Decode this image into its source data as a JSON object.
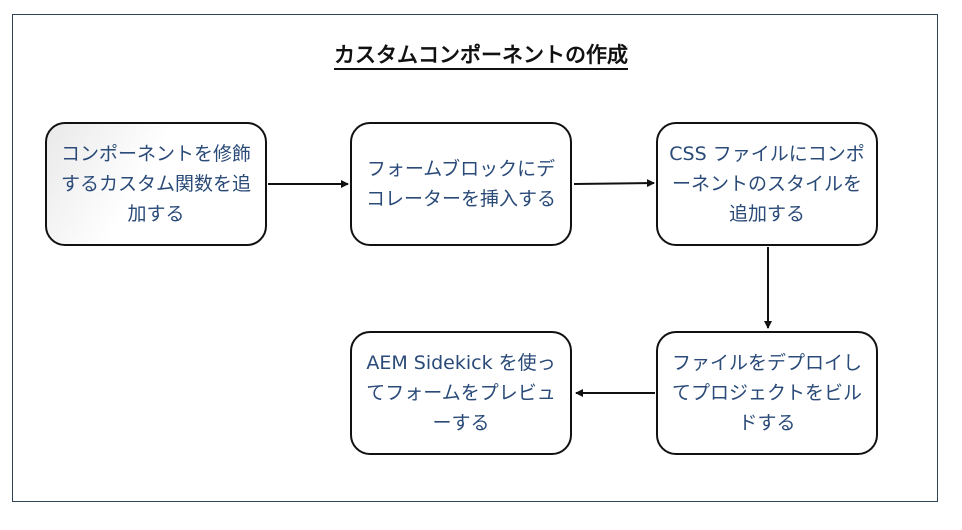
{
  "title": "カスタムコンポーネントの作成",
  "nodes": [
    {
      "id": "step1",
      "label": "コンポーネントを修飾するカスタム関数を追加する"
    },
    {
      "id": "step2",
      "label": "フォームブロックにデコレーターを挿入する"
    },
    {
      "id": "step3",
      "label": "CSS ファイルにコンポーネントのスタイルを追加する"
    },
    {
      "id": "step4",
      "label": "ファイルをデプロイしてプロジェクトをビルドする"
    },
    {
      "id": "step5",
      "label": "AEM Sidekick を使ってフォームをプレビューする"
    }
  ],
  "edges": [
    {
      "from": "step1",
      "to": "step2"
    },
    {
      "from": "step2",
      "to": "step3"
    },
    {
      "from": "step3",
      "to": "step4"
    },
    {
      "from": "step4",
      "to": "step5"
    }
  ],
  "colors": {
    "frame_border": "#2f4356",
    "node_border": "#111111",
    "node_text": "#2a4a78",
    "arrow": "#111111"
  }
}
